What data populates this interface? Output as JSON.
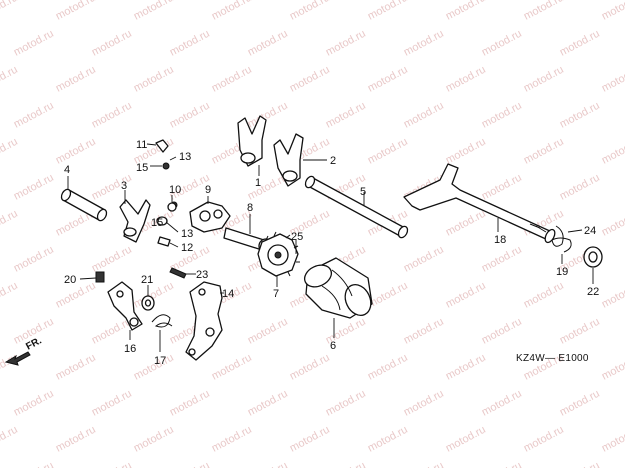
{
  "watermark": "motod.ru",
  "diagram_code": "KZ4W— E1000",
  "front_label": "FR.",
  "callouts": {
    "c1": "1",
    "c2": "2",
    "c3": "3",
    "c4": "4",
    "c5": "5",
    "c6": "6",
    "c7": "7",
    "c8": "8",
    "c9": "9",
    "c10": "10",
    "c11": "11",
    "c12": "12",
    "c13a": "13",
    "c13b": "13",
    "c14": "14",
    "c15a": "15",
    "c15b": "15",
    "c16": "16",
    "c17": "17",
    "c18": "18",
    "c19": "19",
    "c20": "20",
    "c21": "21",
    "c22": "22",
    "c23": "23",
    "c24": "24",
    "c25": "25"
  }
}
